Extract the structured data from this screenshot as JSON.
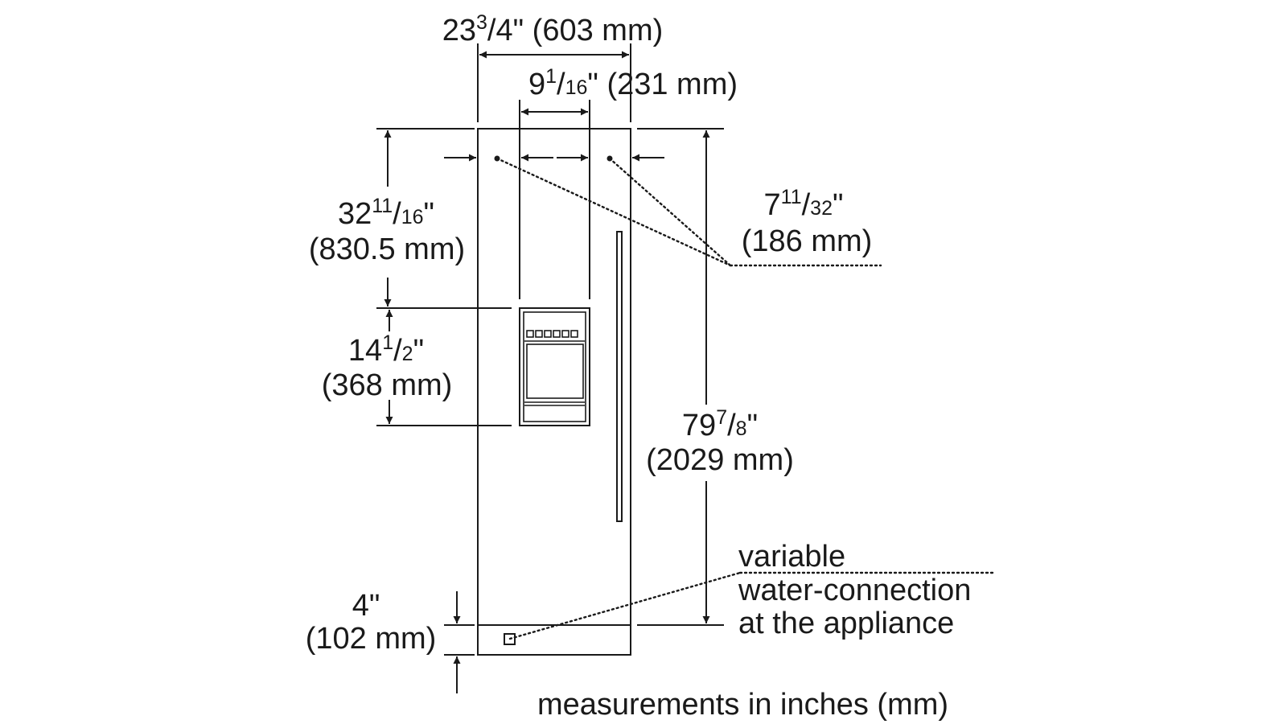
{
  "dimensions": {
    "overall_width": {
      "whole": "23",
      "num": "3",
      "den": "4",
      "unit": "\"",
      "metric": " (603 mm)"
    },
    "dispenser_width": {
      "whole": "9",
      "num": "1",
      "den": "16",
      "unit": "\"",
      "metric": " (231 mm)"
    },
    "top_to_dispenser": {
      "whole": "32",
      "num": "11",
      "den": "16",
      "unit": "\"",
      "metric": "(830.5 mm)"
    },
    "dispenser_height": {
      "whole": "14",
      "num": "1",
      "den": "2",
      "unit": "\"",
      "metric": "(368 mm)"
    },
    "side_to_dispenser": {
      "whole": "7",
      "num": "11",
      "den": "32",
      "unit": "\"",
      "metric": "(186 mm)"
    },
    "overall_height": {
      "whole": "79",
      "num": "7",
      "den": "8",
      "unit": "\"",
      "metric": "(2029 mm)"
    },
    "base_height": {
      "imperial": "4\"",
      "metric": "(102 mm)"
    }
  },
  "water_connection": {
    "line1": "variable",
    "line2": "water-connection",
    "line3": "at the appliance"
  },
  "footer": {
    "note": "measurements in inches (mm)"
  },
  "colors": {
    "line": "#1a1a1a",
    "background": "#ffffff"
  }
}
